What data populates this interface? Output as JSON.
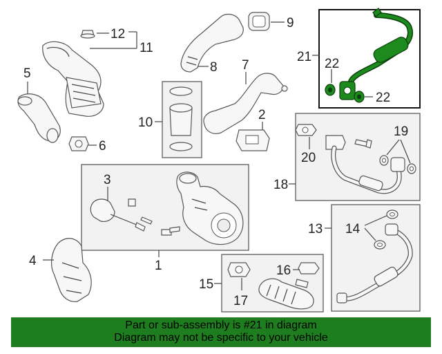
{
  "callouts": {
    "c1": "1",
    "c2": "2",
    "c3": "3",
    "c4": "4",
    "c5": "5",
    "c6": "6",
    "c7": "7",
    "c8": "8",
    "c9": "9",
    "c10": "10",
    "c11": "11",
    "c12": "12",
    "c13": "13",
    "c14": "14",
    "c15": "15",
    "c16": "16",
    "c17": "17",
    "c18": "18",
    "c19": "19",
    "c20": "20",
    "c21": "21",
    "c22a": "22",
    "c22b": "22"
  },
  "highlight": {
    "part_number": "21",
    "color": "#1e7d1e"
  },
  "banner": {
    "line1": "Part or sub-assembly is #21 in diagram",
    "line2": "Diagram may not be specific to your vehicle"
  }
}
